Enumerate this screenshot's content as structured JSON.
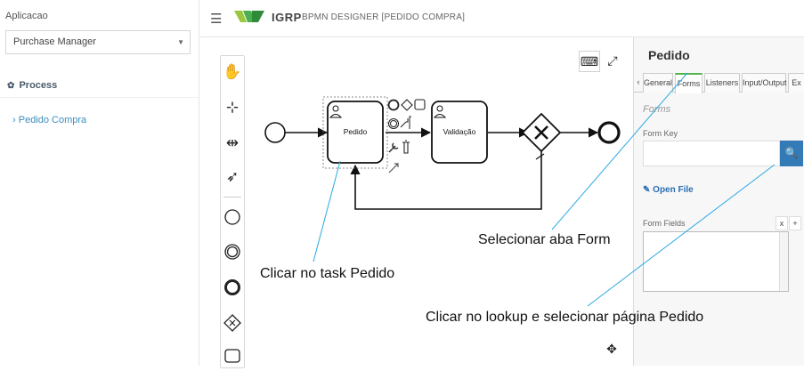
{
  "sidebar": {
    "section_label": "Aplicacao",
    "app_select_value": "Purchase Manager",
    "process_heading": "Process",
    "process_items": [
      "Pedido Compra"
    ]
  },
  "header": {
    "brand": "IGRP",
    "subtitle": "BPMN DESIGNER [PEDIDO COMPRA]"
  },
  "diagram": {
    "task_pedido": "Pedido",
    "task_validacao": "Validação"
  },
  "properties": {
    "title": "Pedido",
    "tabs": [
      "General",
      "Forms",
      "Listeners",
      "Input/Output",
      "Ex"
    ],
    "active_tab": "Forms",
    "section_title": "Forms",
    "form_key_label": "Form Key",
    "form_key_value": "",
    "open_file_label": "Open File",
    "form_fields_label": "Form Fields",
    "remove_label": "x",
    "add_label": "+"
  },
  "annotations": {
    "select_tab": "Selecionar aba Form",
    "click_task": "Clicar no task Pedido",
    "click_lookup": "Clicar no lookup e selecionar página Pedido"
  },
  "colors": {
    "accent_green": "#52b64e",
    "link_blue": "#3c8dbc",
    "search_button": "#337ab7",
    "annotation_line": "#29a9e0"
  }
}
